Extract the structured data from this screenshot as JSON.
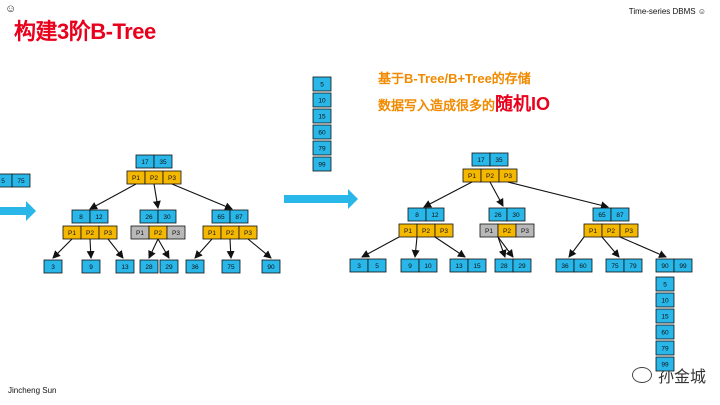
{
  "title": "构建3阶B-Tree",
  "header_right": "Time-series DBMS ☺",
  "footer": "Jincheng Sun",
  "note": {
    "line1": "基于B-Tree/B+Tree的存储",
    "line2_prefix": "数据写入造成很多的",
    "line2_emph": "随机IO"
  },
  "watermark": "孙金城",
  "colors": {
    "key": "#29b6e8",
    "ptr": "#f5b800",
    "ptr_gray": "#b8b8b8",
    "arrow": "#29b6e8",
    "title": "#e8001c",
    "note": "#f08a00"
  },
  "stack_values": [
    "5",
    "10",
    "15",
    "60",
    "79",
    "99"
  ],
  "left_tree": {
    "root": [
      "17",
      "35"
    ],
    "pointers": [
      "P1",
      "P2",
      "P3"
    ],
    "mid": [
      [
        "8",
        "12"
      ],
      [
        "26",
        "30"
      ],
      [
        "65",
        "87"
      ]
    ],
    "leaves": [
      "3",
      "9",
      "13",
      "28",
      "29",
      "36",
      "75",
      "90"
    ],
    "partial": [
      "5",
      "75"
    ]
  },
  "right_tree": {
    "root": [
      "17",
      "35"
    ],
    "mid": [
      [
        "8",
        "12"
      ],
      [
        "26",
        "30"
      ],
      [
        "65",
        "87"
      ]
    ],
    "leaves": [
      [
        "3",
        "5"
      ],
      [
        "9",
        "10"
      ],
      [
        "13",
        "15"
      ],
      [
        "28",
        "29"
      ],
      [
        "36",
        "60"
      ],
      [
        "75",
        "79"
      ],
      [
        "90",
        "99"
      ]
    ],
    "column": [
      "5",
      "10",
      "15",
      "60",
      "79",
      "99"
    ]
  }
}
